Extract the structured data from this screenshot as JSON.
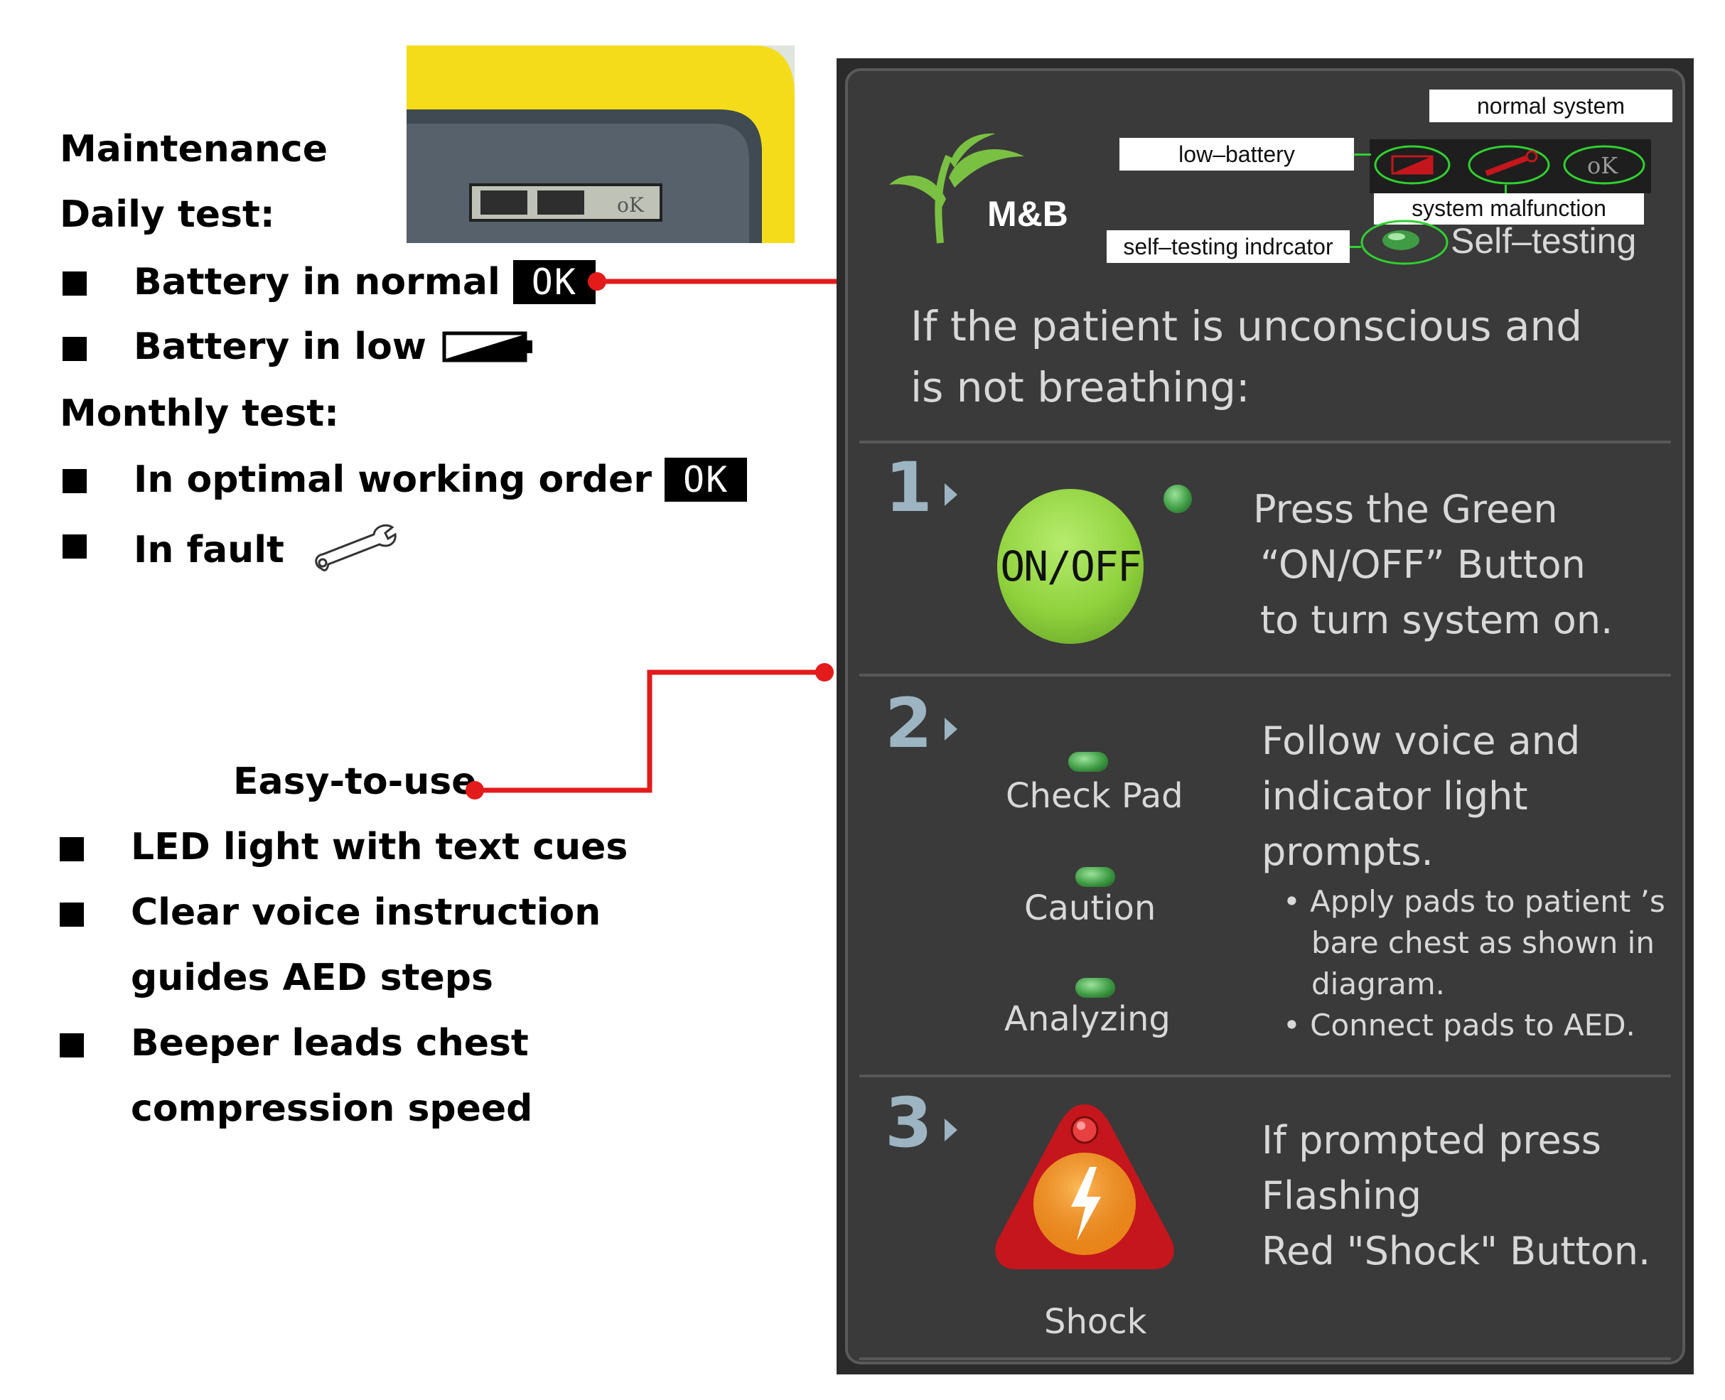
{
  "left": {
    "maintenance": "Maintenance",
    "daily_test": "Daily test:",
    "battery_normal": "Battery in normal",
    "battery_low": "Battery in low",
    "monthly_test": "Monthly test:",
    "optimal_order": "In optimal working order",
    "in_fault": "In fault",
    "ok_badge": "OK",
    "easy_to_use": "Easy-to-use",
    "features": [
      "LED light with text cues",
      "Clear voice instruction",
      "guides AED steps",
      "Beeper leads chest",
      "compression speed"
    ]
  },
  "photo": {
    "display_text": "oK"
  },
  "panel": {
    "brand": "M&B",
    "callouts": {
      "normal_system": "normal system",
      "low_battery": "low–battery",
      "system_malfunction": "system malfunction",
      "self_testing_indicator": "self–testing indrcator"
    },
    "status_ok": "oK",
    "self_testing": "Self–testing",
    "intro_line1": "If the patient is unconscious and",
    "intro_line2": "is not breathing:",
    "step1": {
      "number": "1",
      "button_label": "ON/OFF",
      "line1": "Press the Green",
      "line2": "“ON/OFF”  Button",
      "line3": "to turn system on."
    },
    "step2": {
      "number": "2",
      "indicator1": "Check Pad",
      "indicator2": "Caution",
      "indicator3": "Analyzing",
      "line1": "Follow voice and",
      "line2": "indicator light",
      "line3": "prompts.",
      "bullet1_line1": "• Apply pads to patient ’s",
      "bullet1_line2": "bare  chest as shown in",
      "bullet1_line3": "diagram.",
      "bullet2": "•  Connect pads to AED."
    },
    "step3": {
      "number": "3",
      "button_label": "Shock",
      "line1": "If prompted press",
      "line2": "Flashing",
      "line3": "Red \"Shock\" Button."
    }
  },
  "colors": {
    "connector": "#e31b1b",
    "panel_bg": "#3a3a3a",
    "onoff_green": "#8fd13c",
    "shock_red": "#c4161c",
    "shock_orange": "#f08a1c",
    "number_blue": "#9db4c2",
    "photo_frame": "#f5dc1a",
    "callout_circle": "#2fd12f"
  },
  "icons": [
    "battery-low-icon",
    "wrench-icon",
    "lightning-icon",
    "brand-leaf-logo"
  ]
}
